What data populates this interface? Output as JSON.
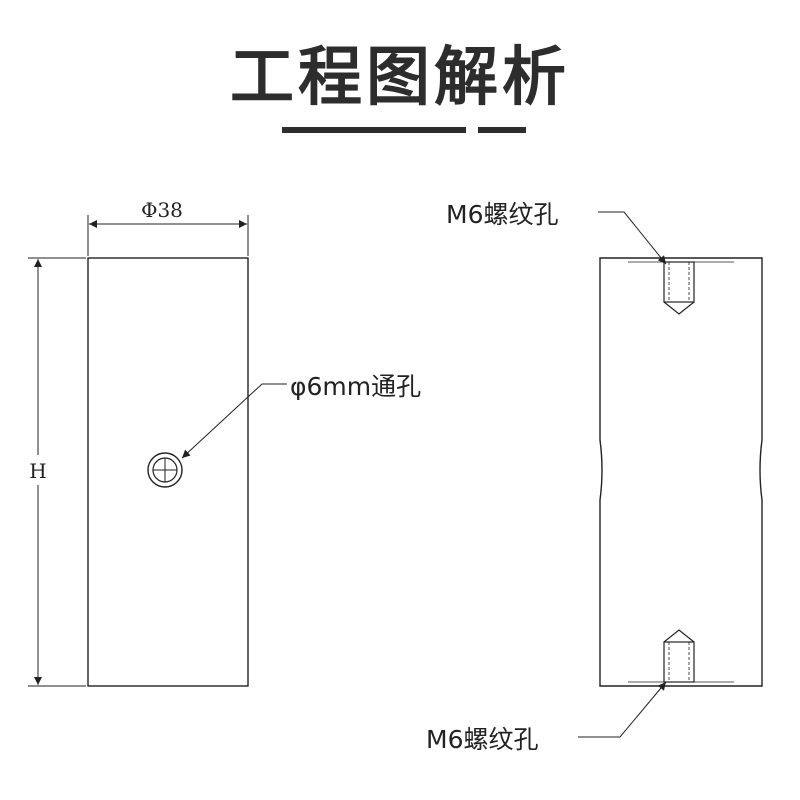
{
  "title": "工程图解析",
  "front_view": {
    "diameter_label": "Φ38",
    "height_label": "H",
    "hole_label": "φ6mm通孔"
  },
  "side_view": {
    "top_label": "M6螺纹孔",
    "bottom_label": "M6螺纹孔"
  }
}
